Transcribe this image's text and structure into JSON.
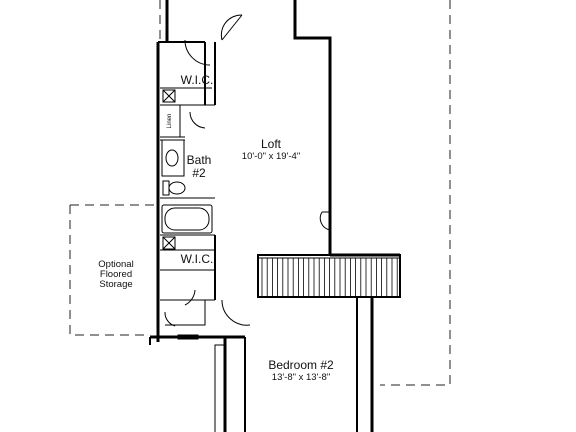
{
  "rooms": {
    "loft": {
      "name": "Loft",
      "dimensions": "10'-0\" x 19'-4\""
    },
    "bath": {
      "line1": "Bath",
      "line2": "#2"
    },
    "wic_upper": {
      "name": "W.I.C."
    },
    "wic_lower": {
      "name": "W.I.C."
    },
    "linen": {
      "name": "Linen"
    },
    "storage": {
      "line1": "Optional",
      "line2": "Floored",
      "line3": "Storage"
    },
    "bedroom": {
      "name": "Bedroom #2",
      "dimensions": "13'-8\" x 13'-8\""
    }
  }
}
